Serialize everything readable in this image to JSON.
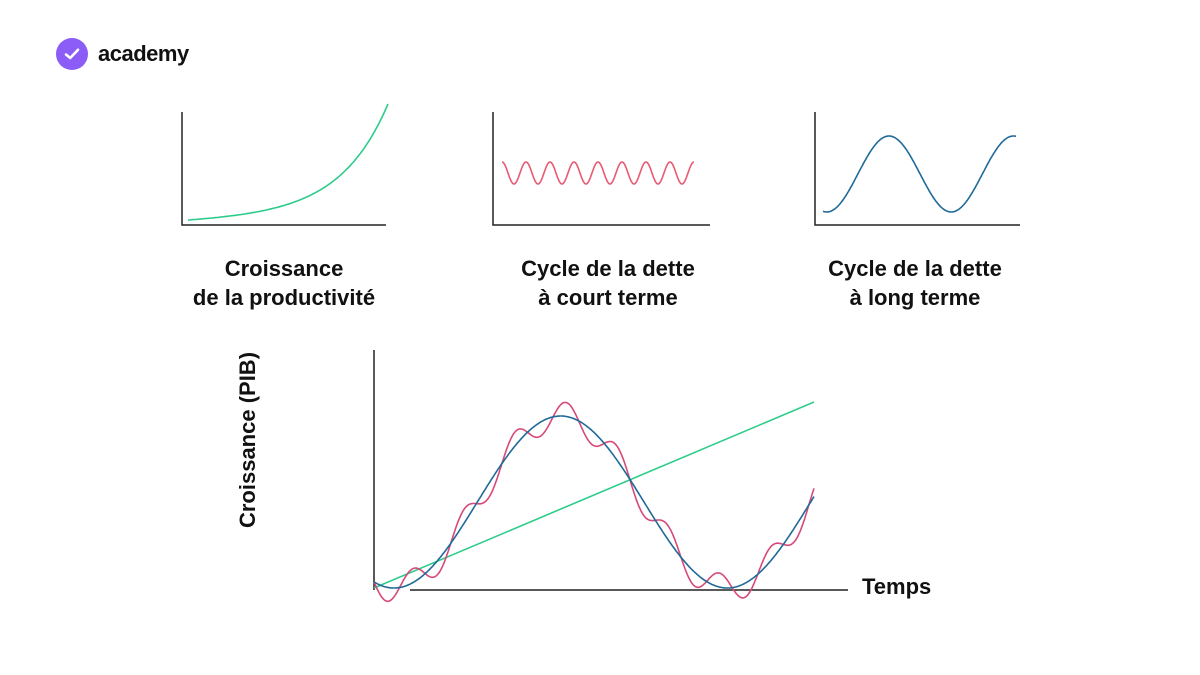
{
  "brand": {
    "name": "academy",
    "icon": "check-icon",
    "color": "#8b5cf6"
  },
  "panels": [
    {
      "line1": "Croissance",
      "line2": "de la productivité",
      "curve": "exponential",
      "color": "#2ecc8a"
    },
    {
      "line1": "Cycle de la dette",
      "line2": "à court terme",
      "curve": "short-wave",
      "color": "#e85a73"
    },
    {
      "line1": "Cycle de la dette",
      "line2": "à long terme",
      "curve": "long-wave",
      "color": "#1f6a99"
    }
  ],
  "main": {
    "ylabel": "Croissance (PIB)",
    "xlabel": "Temps",
    "colors": {
      "trend": "#2ecc8a",
      "long": "#1f6a99",
      "combined": "#d6497a"
    }
  }
}
